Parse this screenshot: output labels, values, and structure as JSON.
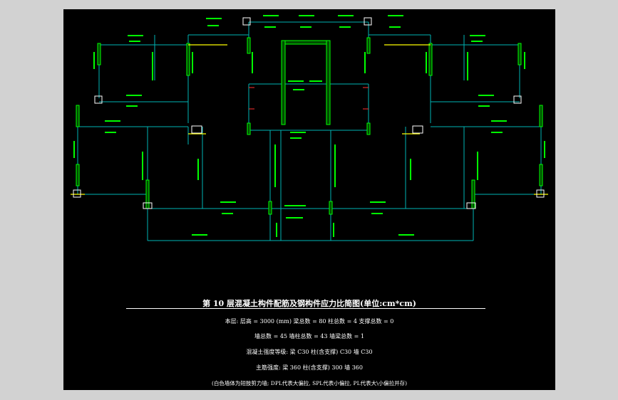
{
  "drawing": {
    "title": "第 10 层混凝土构件配筋及钢构件应力比简图(单位:cm*cm)",
    "summary_line_1": "本层: 层高 = 3000 (mm)   梁总数 = 80   柱总数 = 4   支撑总数 = 0",
    "summary_line_2": "墙总数 = 45   墙柱总数 = 43   墙梁总数 = 1",
    "summary_line_3": "混凝土强度等级: 梁 C30    柱(含支撑) C30    墙 C30",
    "summary_line_4": "主筋强度: 梁 360    柱(含支撑) 300    墙 360",
    "note": "(白色墙体为短肢剪力墙; DPL代表大偏拉, SPL代表小偏拉, PL代表大\\小偏拉并存)"
  },
  "colors": {
    "background": "#000000",
    "frame": "#d2d2d2",
    "wall": "#00b4b4",
    "wall_edge": "#00ff00",
    "label": "#00ff00",
    "beam_label": "#ffffff",
    "column": "#ffffff",
    "highlight_beam": "#ffff00",
    "stub_beam": "#ff3030",
    "caption": "#ffffff"
  }
}
